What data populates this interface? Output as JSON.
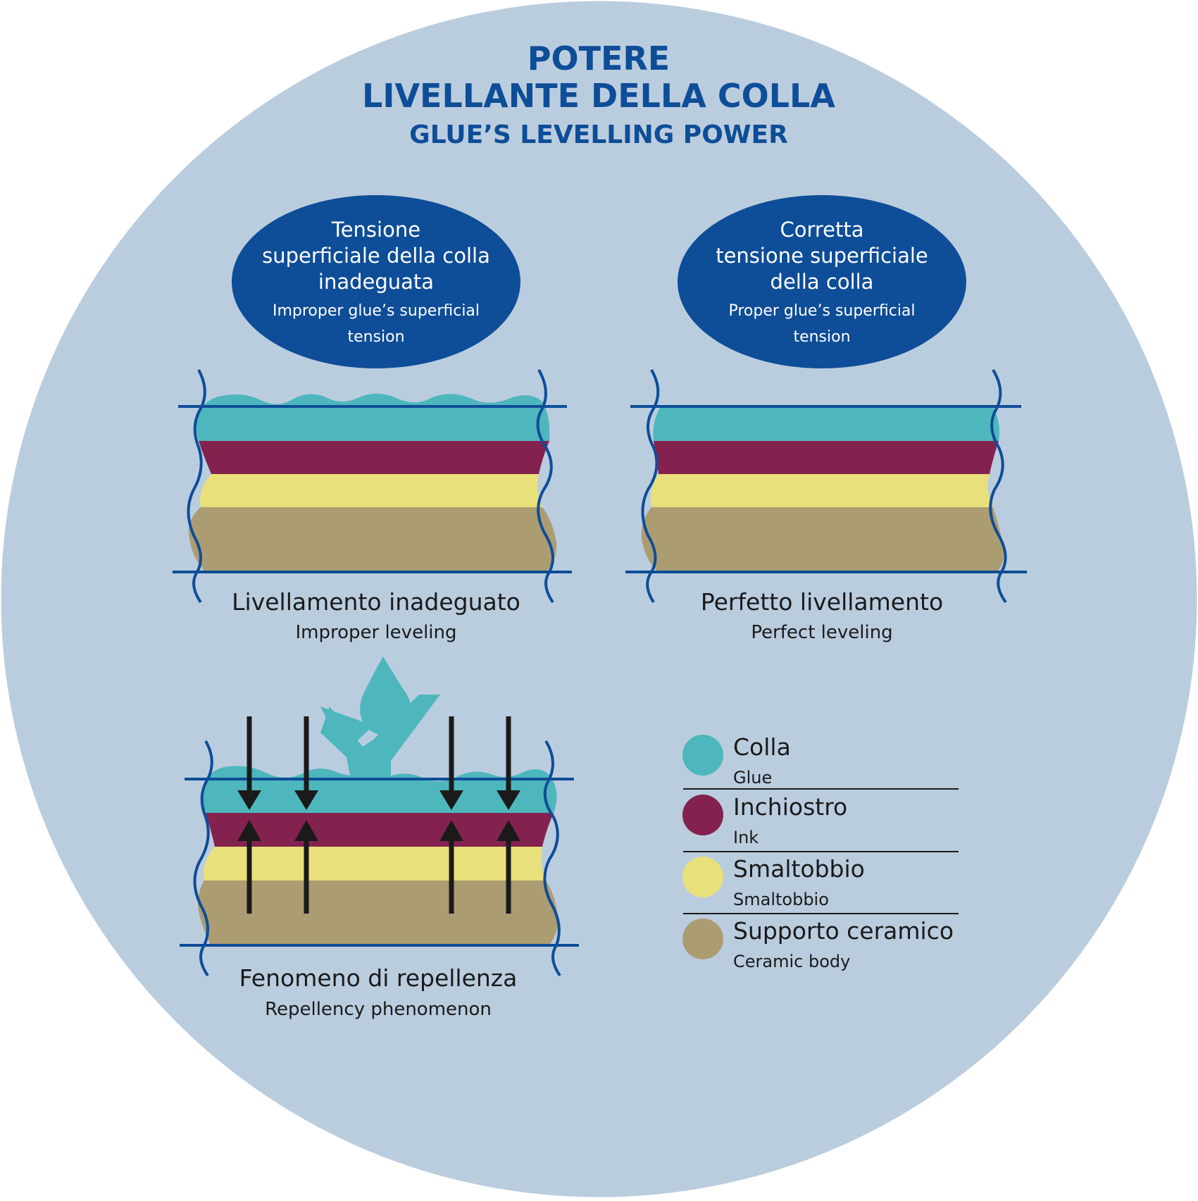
{
  "title": {
    "line1": "POTERE",
    "line2": "LIVELLANTE  DELLA COLLA",
    "line3": "GLUE’S LEVELLING POWER"
  },
  "colors": {
    "background_circle": "#bacddf",
    "title_blue": "#0e4d97",
    "oval": "#0e4d97",
    "edge_lines": "#0e4d97",
    "glue": "#4db7bd",
    "ink": "#84224f",
    "smaltobbio": "#e8e07a",
    "ceramic": "#ac9c72",
    "arrows": "#1a1a1a"
  },
  "ovals": [
    {
      "it_lines": [
        "Tensione",
        "superficiale della colla",
        "inadeguata"
      ],
      "en_lines": [
        "Improper glue’s superficial",
        "tension"
      ]
    },
    {
      "it_lines": [
        "Corretta",
        "tensione superficiale",
        "della colla"
      ],
      "en_lines": [
        "Proper glue’s superficial",
        "tension"
      ]
    }
  ],
  "captions": [
    {
      "it": "Livellamento inadeguato",
      "en": "Improper leveling"
    },
    {
      "it": "Perfetto livellamento",
      "en": "Perfect leveling"
    },
    {
      "it": "Fenomeno di repellenza",
      "en": "Repellency phenomenon"
    }
  ],
  "legend": [
    {
      "it": "Colla",
      "en": "Glue",
      "color_key": "glue"
    },
    {
      "it": "Inchiostro",
      "en": "Ink",
      "color_key": "ink"
    },
    {
      "it": "Smaltobbio",
      "en": "Smaltobbio",
      "color_key": "smaltobbio"
    },
    {
      "it": "Supporto ceramico",
      "en": "Ceramic body",
      "color_key": "ceramic"
    }
  ]
}
